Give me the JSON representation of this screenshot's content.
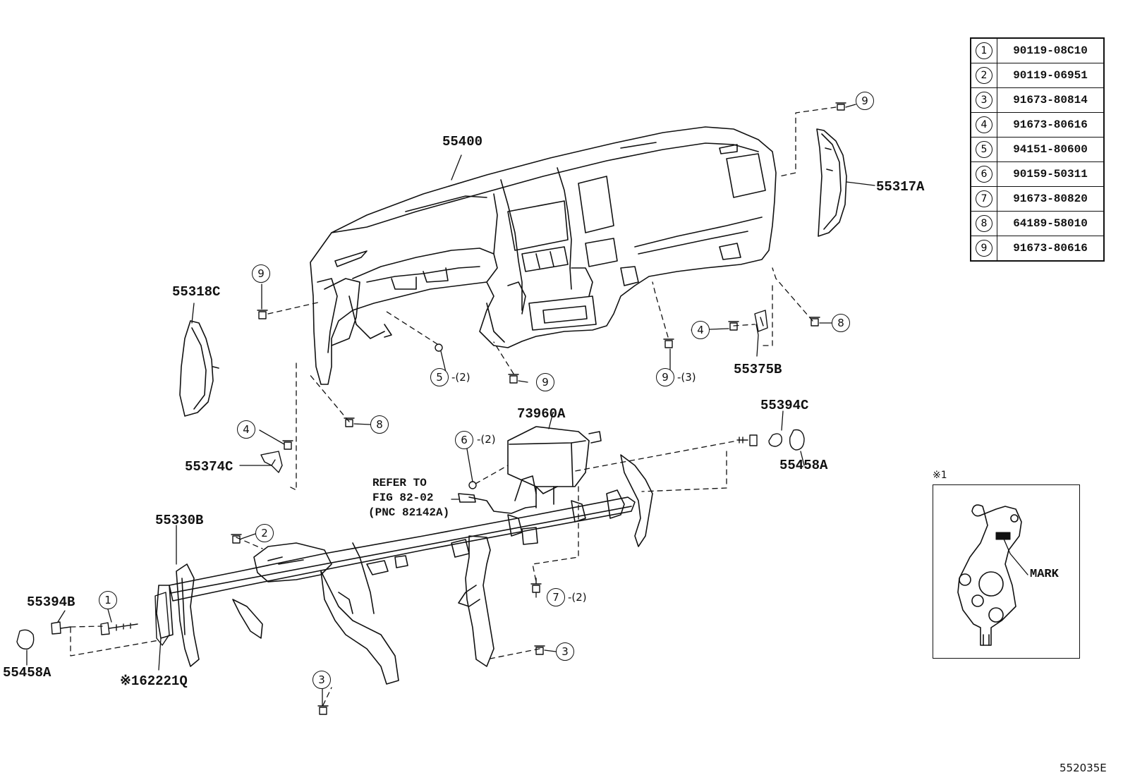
{
  "parts_table": [
    {
      "n": "1",
      "part": "90119-08C10"
    },
    {
      "n": "2",
      "part": "90119-06951"
    },
    {
      "n": "3",
      "part": "91673-80814"
    },
    {
      "n": "4",
      "part": "91673-80616"
    },
    {
      "n": "5",
      "part": "94151-80600"
    },
    {
      "n": "6",
      "part": "90159-50311"
    },
    {
      "n": "7",
      "part": "91673-80820"
    },
    {
      "n": "8",
      "part": "64189-58010"
    },
    {
      "n": "9",
      "part": "91673-80616"
    }
  ],
  "labels": {
    "p55400": "55400",
    "p55317A": "55317A",
    "p55318C": "55318C",
    "p55375B": "55375B",
    "p55374C": "55374C",
    "p73960A": "73960A",
    "p55394C": "55394C",
    "p55458A_right": "55458A",
    "p55330B": "55330B",
    "p55394B": "55394B",
    "p55458A_left": "55458A",
    "p62221Q": "※162221Q",
    "refer_line1": "REFER TO",
    "refer_line2": "FIG 82-02",
    "refer_line3": "(PNC 82142A)",
    "inset_note": "※1",
    "mark": "MARK",
    "figure_id": "552035E"
  },
  "callouts": {
    "c9_top": "9",
    "c9_left": "9",
    "c5": "5",
    "q5": "-(2)",
    "c9_mid": "9",
    "c9_right": "9",
    "q9": "-(3)",
    "c4_right": "4",
    "c8_right": "8",
    "c8_left": "8",
    "c4_left": "4",
    "c6": "6",
    "q6": "-(2)",
    "c2": "2",
    "c1": "1",
    "c7": "7",
    "q7": "-(2)",
    "c3_right": "3",
    "c3_left": "3"
  }
}
